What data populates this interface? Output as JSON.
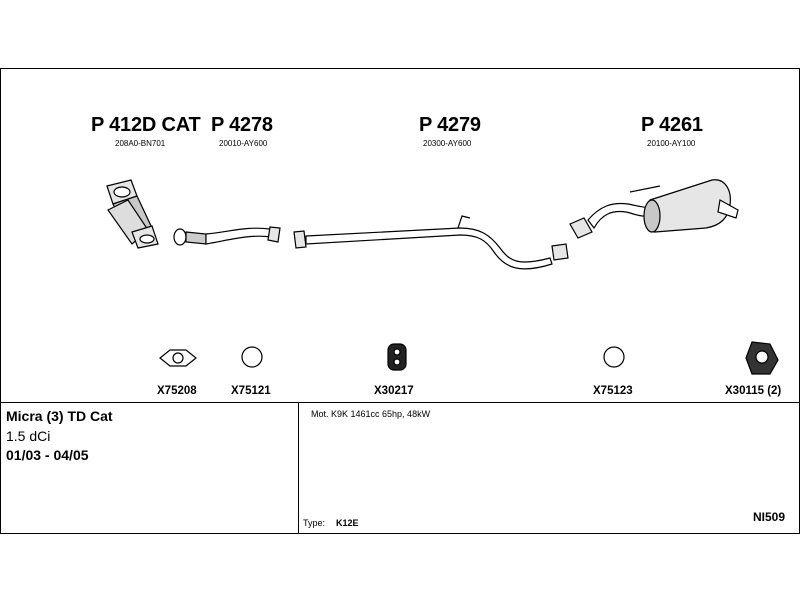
{
  "parts": [
    {
      "code": "P 412D CAT",
      "oem": "208A0-BN701",
      "icon": "catalytic-converter"
    },
    {
      "code": "P 4278",
      "oem": "20010-AY600",
      "icon": "front-pipe"
    },
    {
      "code": "P 4279",
      "oem": "20300-AY600",
      "icon": "middle-pipe"
    },
    {
      "code": "P 4261",
      "oem": "20100-AY100",
      "icon": "rear-silencer"
    }
  ],
  "accessories": [
    {
      "code": "X75208",
      "icon": "gasket-flange-icon"
    },
    {
      "code": "X75121",
      "icon": "gasket-ring-icon"
    },
    {
      "code": "X30217",
      "icon": "rubber-hanger-icon"
    },
    {
      "code": "X75123",
      "icon": "gasket-ring-icon"
    },
    {
      "code": "X30115 (2)",
      "icon": "rubber-mount-icon"
    }
  ],
  "vehicle": {
    "model": "Micra (3) TD Cat",
    "engine_size": "1.5 dCi",
    "years": "01/03 - 04/05"
  },
  "details": {
    "engine": "Mot. K9K 1461cc 65hp, 48kW",
    "type_label": "Type:",
    "type_value": "K12E",
    "reference": "NI509"
  },
  "colors": {
    "line": "#000000",
    "fill_light": "#e6e6e6",
    "fill_mid": "#c8c8c8"
  }
}
